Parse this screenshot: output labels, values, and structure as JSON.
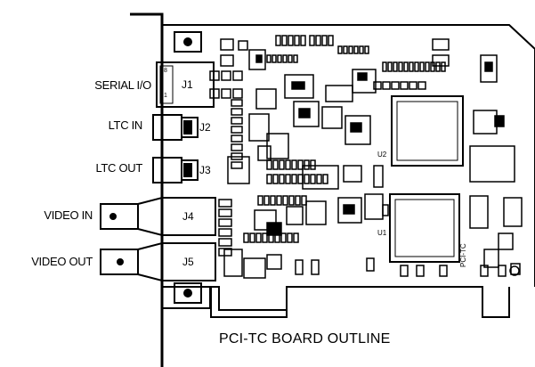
{
  "connectors": {
    "serial_io": {
      "label": "SERIAL I/O",
      "jack": "J1",
      "pin_top": "8",
      "pin_bottom": "1"
    },
    "ltc_in": {
      "label": "LTC IN",
      "jack": "J2"
    },
    "ltc_out": {
      "label": "LTC OUT",
      "jack": "J3"
    },
    "video_in": {
      "label": "VIDEO IN",
      "jack": "J4"
    },
    "video_out": {
      "label": "VIDEO OUT",
      "jack": "J5"
    }
  },
  "chips": {
    "u1": "U1",
    "u2": "U2"
  },
  "board_marking": "PCI-TC",
  "caption": "PCI-TC BOARD OUTLINE",
  "colors": {
    "ink": "#000000",
    "paper": "#ffffff"
  }
}
